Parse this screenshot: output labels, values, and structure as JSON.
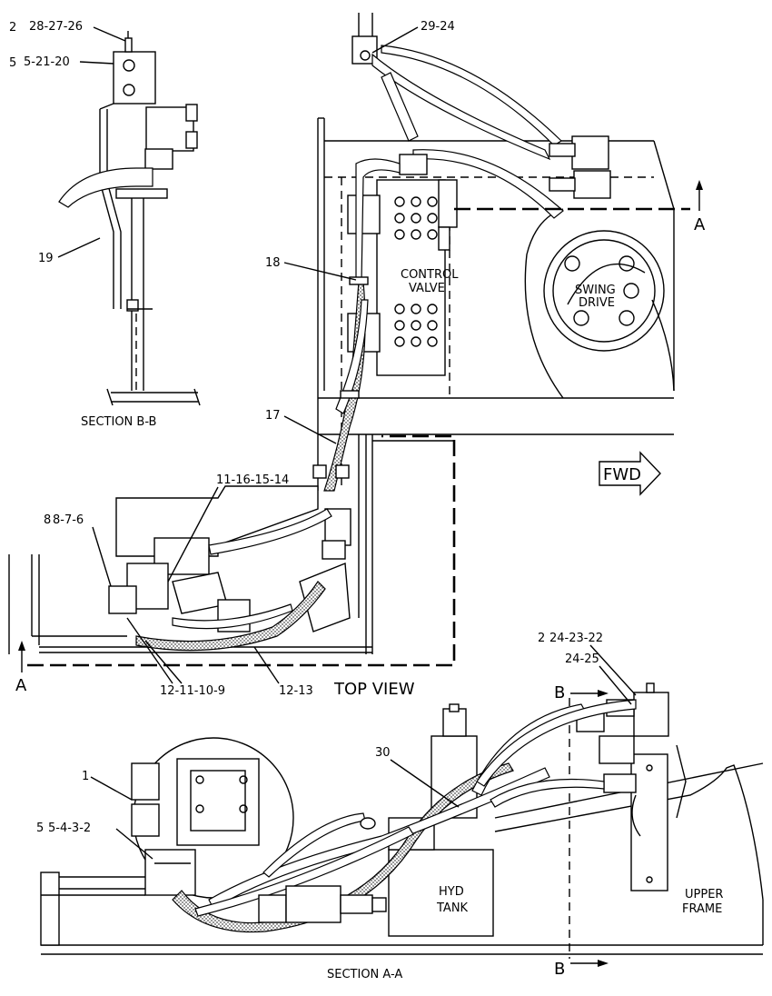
{
  "labels": {
    "s1": "28-27-26",
    "s2": "5-21-20",
    "s3": "19",
    "s4": "SECTION B-B",
    "s5": "29-24",
    "s6": "18",
    "s7": "CONTROL",
    "s8": "VALVE",
    "s9": "SWING",
    "s10": "DRIVE",
    "s11": "A",
    "s12": "17",
    "s13": "FWD",
    "s14": "11-16-15-14",
    "s15": "8-7-6",
    "s16": "A",
    "s17": "12-11-10-9",
    "s18": "12-13",
    "s19": "TOP VIEW",
    "s20": "24-23-22",
    "s21": "24-25",
    "s22": "B",
    "s23": "1",
    "s24": "30",
    "s25": "5-4-3-2",
    "s26": "HYD",
    "s27": "TANK",
    "s28": "UPPER",
    "s29": "FRAME",
    "s30": "SECTION A-A",
    "s31": "B"
  }
}
